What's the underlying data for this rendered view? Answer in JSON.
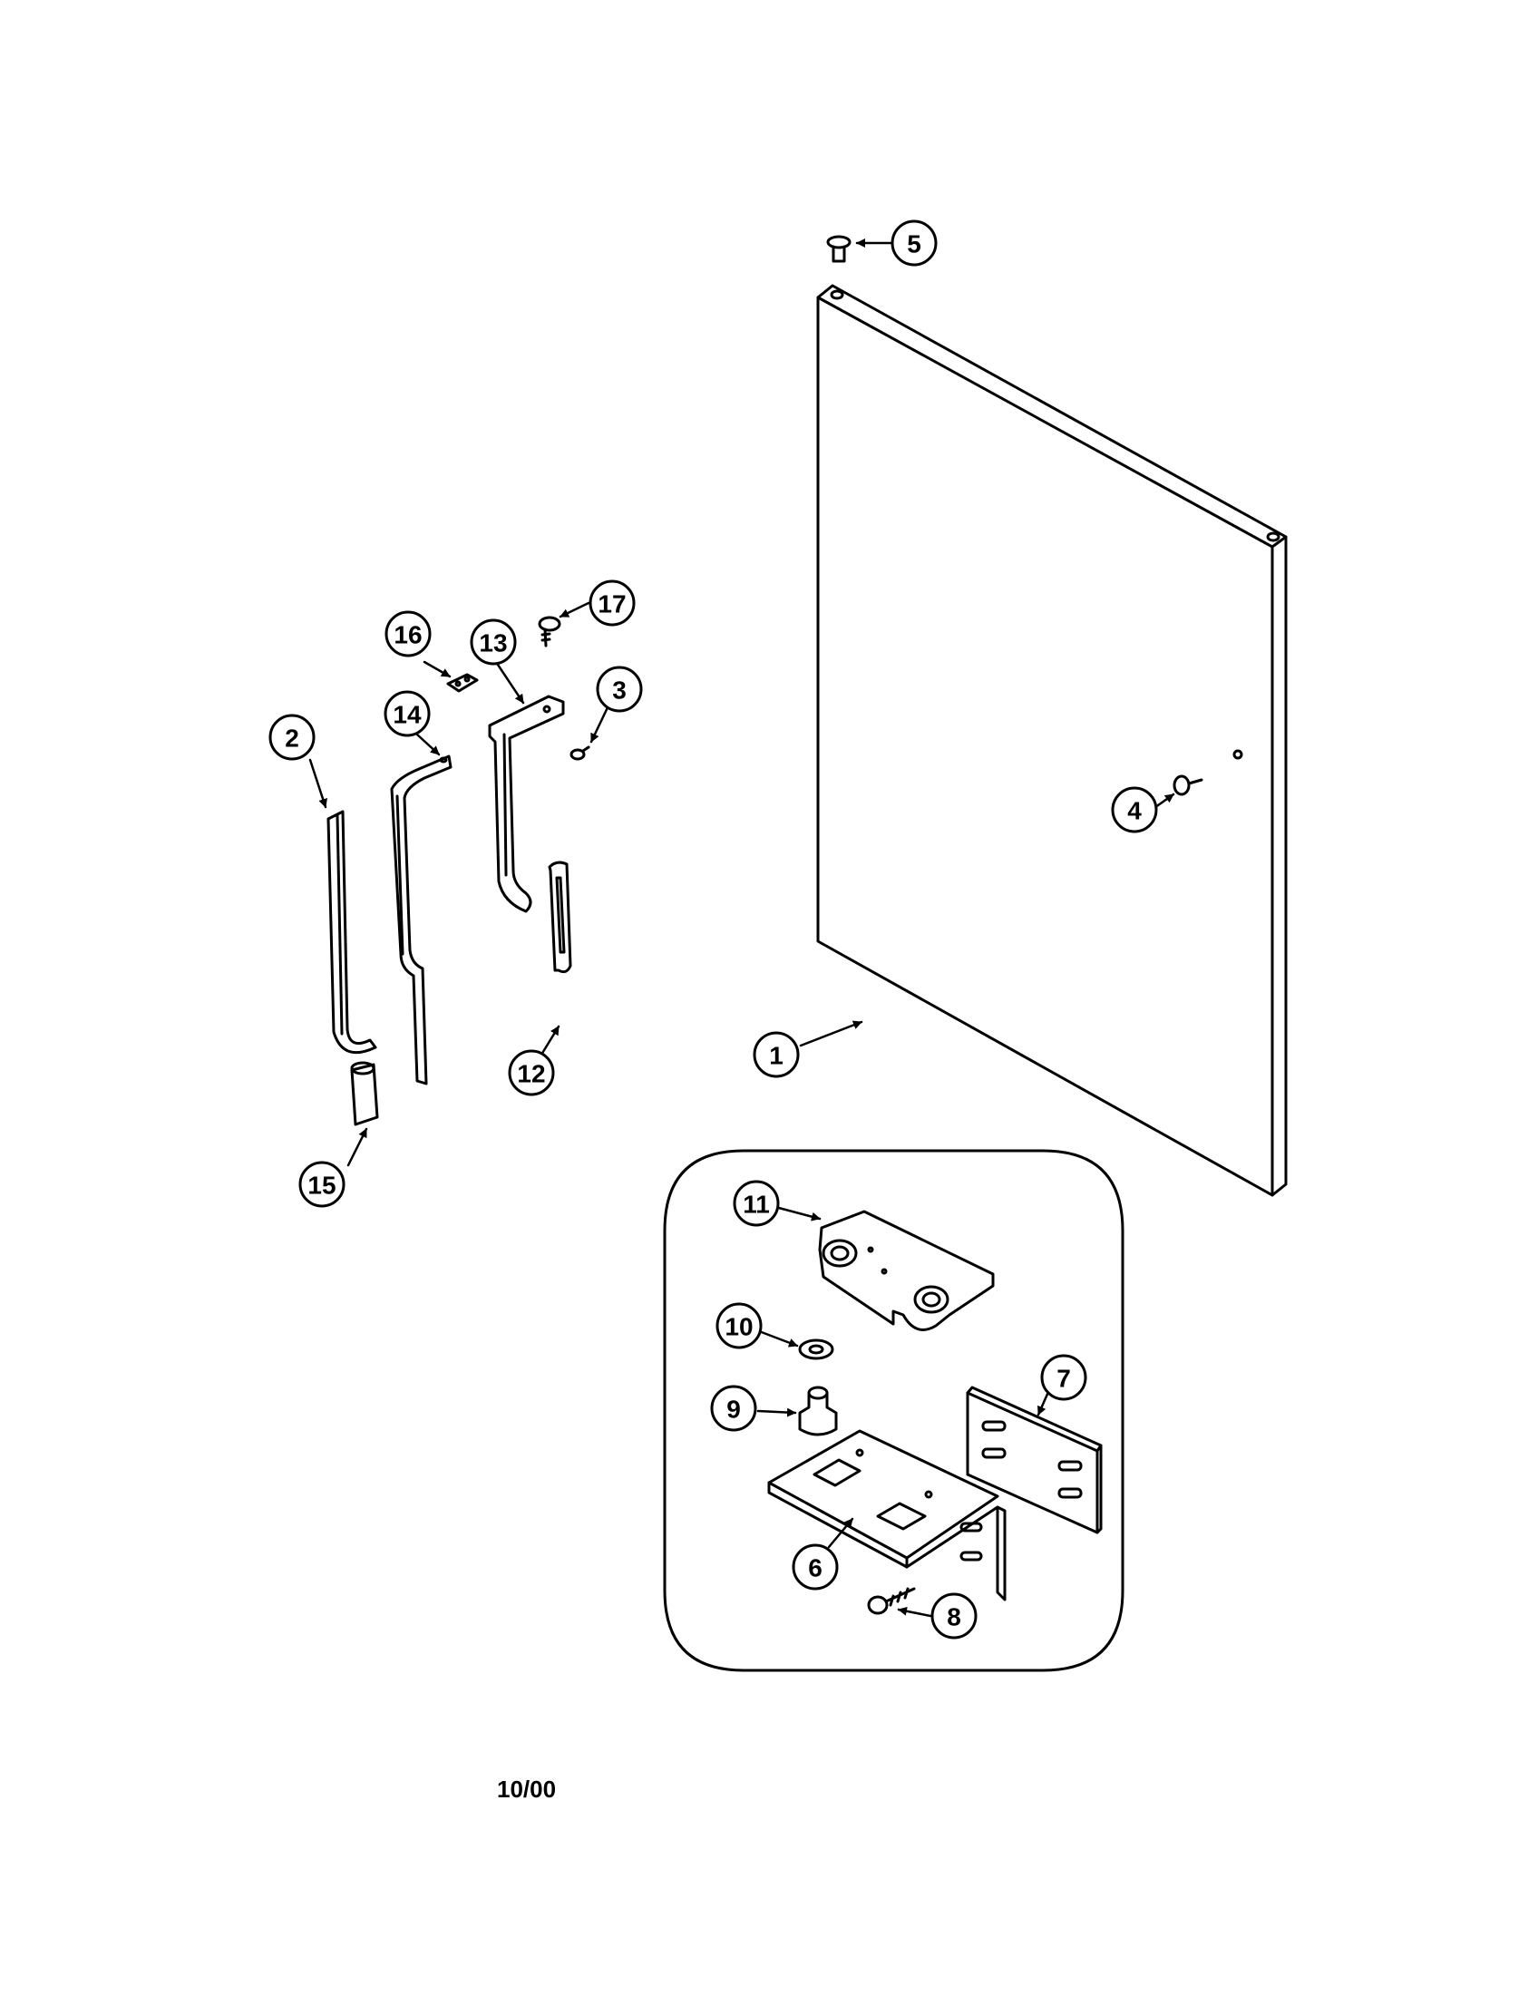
{
  "callouts": {
    "c1": "1",
    "c2": "2",
    "c3": "3",
    "c4": "4",
    "c5": "5",
    "c6": "6",
    "c7": "7",
    "c8": "8",
    "c9": "9",
    "c10": "10",
    "c11": "11",
    "c12": "12",
    "c13": "13",
    "c14": "14",
    "c15": "15",
    "c16": "16",
    "c17": "17"
  },
  "footer": {
    "date": "10/00"
  }
}
